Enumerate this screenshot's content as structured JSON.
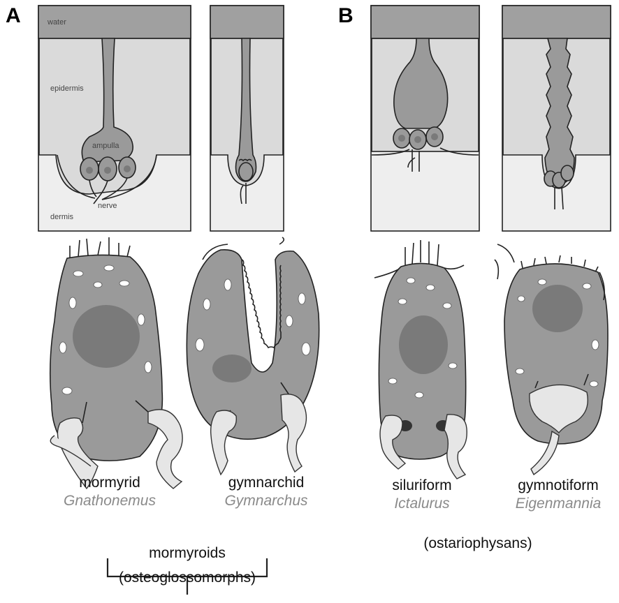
{
  "panels": {
    "a": "A",
    "b": "B"
  },
  "organ_labels": {
    "water": "water",
    "epidermis": "epidermis",
    "ampulla": "ampulla",
    "nerve": "nerve",
    "dermis": "dermis"
  },
  "species": [
    {
      "common": "mormyrid",
      "latin": "Gnathonemus"
    },
    {
      "common": "gymnarchid",
      "latin": "Gymnarchus"
    },
    {
      "common": "siluriform",
      "latin": "Ictalurus"
    },
    {
      "common": "gymnotiform",
      "latin": "Eigenmannia"
    }
  ],
  "groups": {
    "mormyroids": "mormyroids",
    "osteoglossomorphs": "(osteoglossomorphs)",
    "ostariophysans": "(ostariophysans)"
  },
  "colors": {
    "water": "#a0a0a0",
    "epidermis": "#dadada",
    "dermis": "#eeeeee",
    "cell": "#9a9a9a",
    "nucleus": "#7a7a7a",
    "latin_name": "#8a8a8a"
  }
}
